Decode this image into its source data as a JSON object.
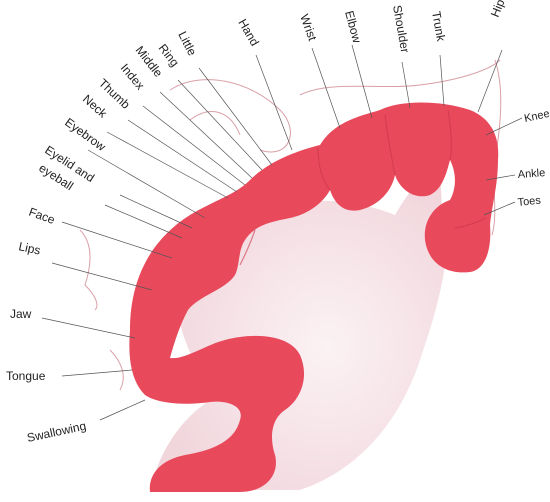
{
  "labels": {
    "little": "Little",
    "ring": "Ring",
    "middle": "Middle",
    "index": "Index",
    "thumb": "Thumb",
    "neck": "Neck",
    "eyebrow": "Eyebrow",
    "eyelid_line1": "Eyelid and",
    "eyelid_line2": "eyeball",
    "face": "Face",
    "lips": "Lips",
    "jaw": "Jaw",
    "tongue": "Tongue",
    "swallowing": "Swallowing",
    "hand": "Hand",
    "wrist": "Wrist",
    "elbow": "Elbow",
    "shoulder": "Shoulder",
    "trunk": "Trunk",
    "hip": "Hip",
    "knee": "Knee",
    "ankle": "Ankle",
    "toes": "Toes"
  },
  "colors": {
    "cortex": "#e84a5c",
    "white_matter": "#f6e6ea",
    "sketch_line": "#d9a0a8"
  }
}
